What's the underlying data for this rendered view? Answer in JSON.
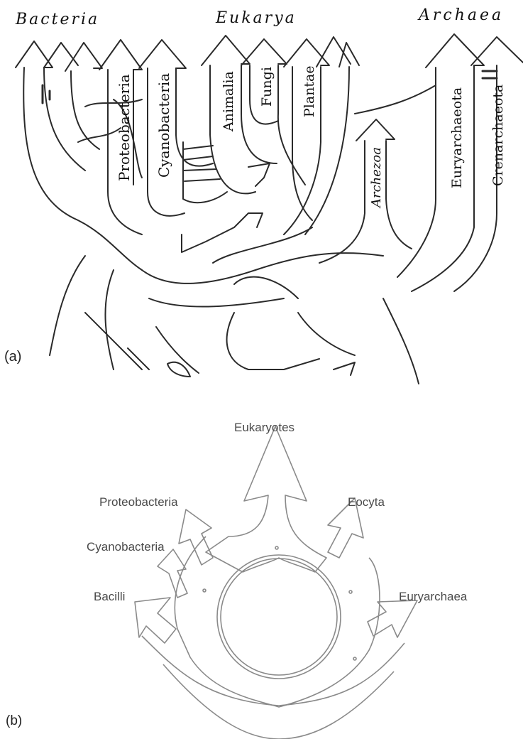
{
  "panel_a": {
    "tag": "(a)",
    "domains": [
      "Bacteria",
      "Eukarya",
      "Archaea"
    ],
    "branches": [
      "Proteobacteria",
      "Cyanobacteria",
      "Animalia",
      "Fungi",
      "Plantae",
      "Archezoa",
      "Euryarchaeota",
      "Crenarchaeota"
    ]
  },
  "panel_b": {
    "tag": "(b)",
    "groups": [
      "Eukaryotes",
      "Proteobacteria",
      "Eocyta",
      "Cyanobacteria",
      "Bacilli",
      "Euryarchaea"
    ]
  },
  "colors": {
    "ink_a": "#2a2a2a",
    "ink_b": "#8a8a8a"
  }
}
